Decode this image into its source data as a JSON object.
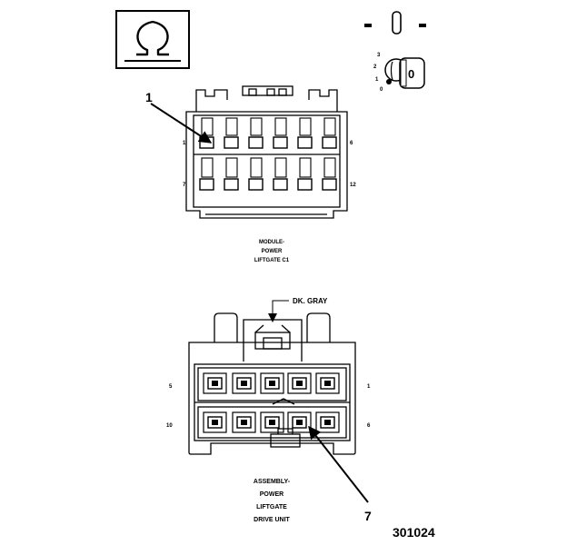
{
  "callouts": {
    "top_connector_pin1": "1",
    "bottom_connector_pin7": "7"
  },
  "key_icon": {
    "positions": [
      "3",
      "2",
      "1",
      "0"
    ],
    "key_label": "0"
  },
  "module_connector": {
    "pins": {
      "top_left": "1",
      "top_right": "6",
      "bottom_left": "7",
      "bottom_right": "12"
    },
    "title_lines": [
      "MODULE-",
      "POWER",
      "LIFTGATE C1"
    ]
  },
  "drive_unit_connector": {
    "color_label": "DK. GRAY",
    "pins": {
      "top_left": "5",
      "top_right": "1",
      "bottom_left": "10",
      "bottom_right": "6"
    },
    "title_lines": [
      "ASSEMBLY-",
      "POWER",
      "LIFTGATE",
      "DRIVE UNIT"
    ]
  },
  "figure_id": "301024",
  "icons": [
    "ohm-icon",
    "ignition-key-icon"
  ]
}
